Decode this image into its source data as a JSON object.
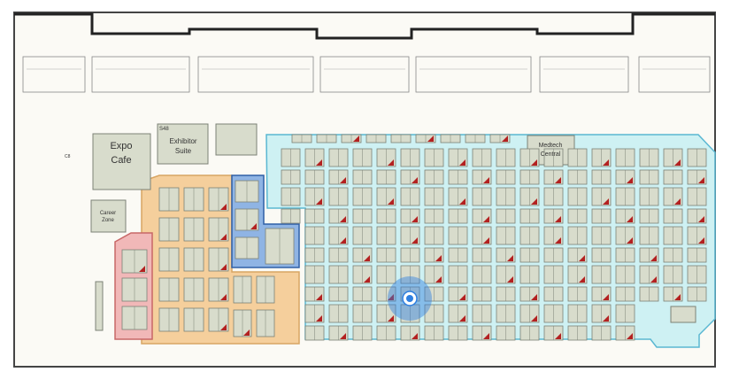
{
  "map": {
    "labels": {
      "expo_cafe_line1": "Expo",
      "expo_cafe_line2": "Cafe",
      "exhibitor_suite_code": "S48",
      "exhibitor_suite_line1": "Exhibitor",
      "exhibitor_suite_line2": "Suite",
      "career_zone_line1": "Career",
      "career_zone_line2": "Zone",
      "medtech_line1": "Medtech",
      "medtech_line2": "Central",
      "misc_code": "C8"
    },
    "colors": {
      "building_fill": "#fbfaf5",
      "wall": "#333333",
      "booth_fill": "#d8dccc",
      "booth_stroke": "#7c8276",
      "teal_zone": "#c5eef2",
      "teal_stroke": "#5ab7d2",
      "orange_zone": "#f5cf9c",
      "orange_stroke": "#d8a563",
      "blue_zone": "#8fb4e4",
      "blue_stroke": "#2f5fa6",
      "pink_zone": "#f1b8b8",
      "pink_stroke": "#c86767",
      "booth_accent": "#b32121",
      "location_marker": "#2f7fe0"
    }
  }
}
